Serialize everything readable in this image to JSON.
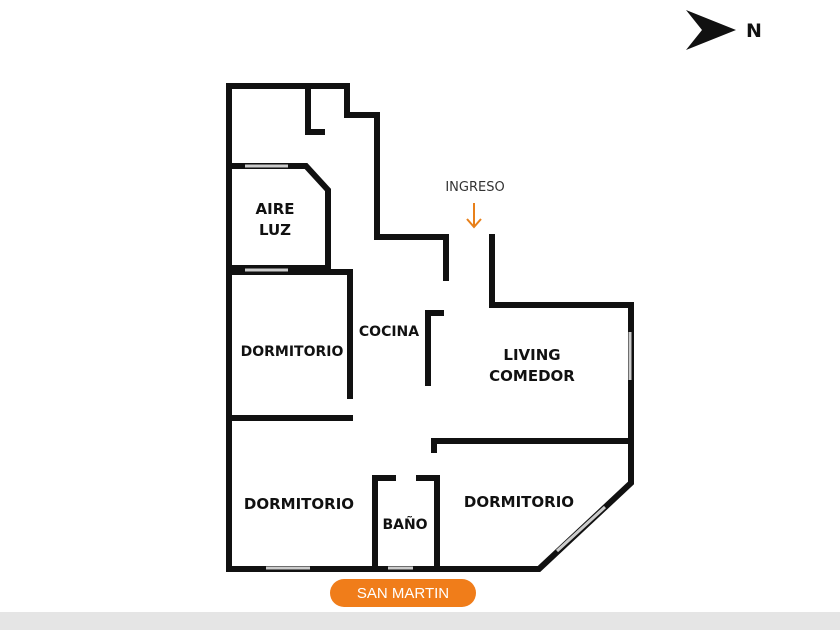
{
  "compass": {
    "label": "N",
    "icon": "north-arrow-icon"
  },
  "entrance": {
    "label": "INGRESO",
    "icon": "arrow-down-icon",
    "color": "#e8801a"
  },
  "rooms": {
    "aire_luz": [
      "AIRE",
      "LUZ"
    ],
    "dormitorio_top_left": "DORMITORIO",
    "cocina": "COCINA",
    "living_comedor": [
      "LIVING",
      "COMEDOR"
    ],
    "dormitorio_bottom_left": "DORMITORIO",
    "bano": "BAÑO",
    "dormitorio_bottom_right": "DORMITORIO"
  },
  "street": {
    "label": "SAN MARTIN",
    "color": "#f07d1a"
  },
  "colors": {
    "wall": "#111111",
    "window": "#cccccc",
    "footer": "#e5e5e5"
  }
}
